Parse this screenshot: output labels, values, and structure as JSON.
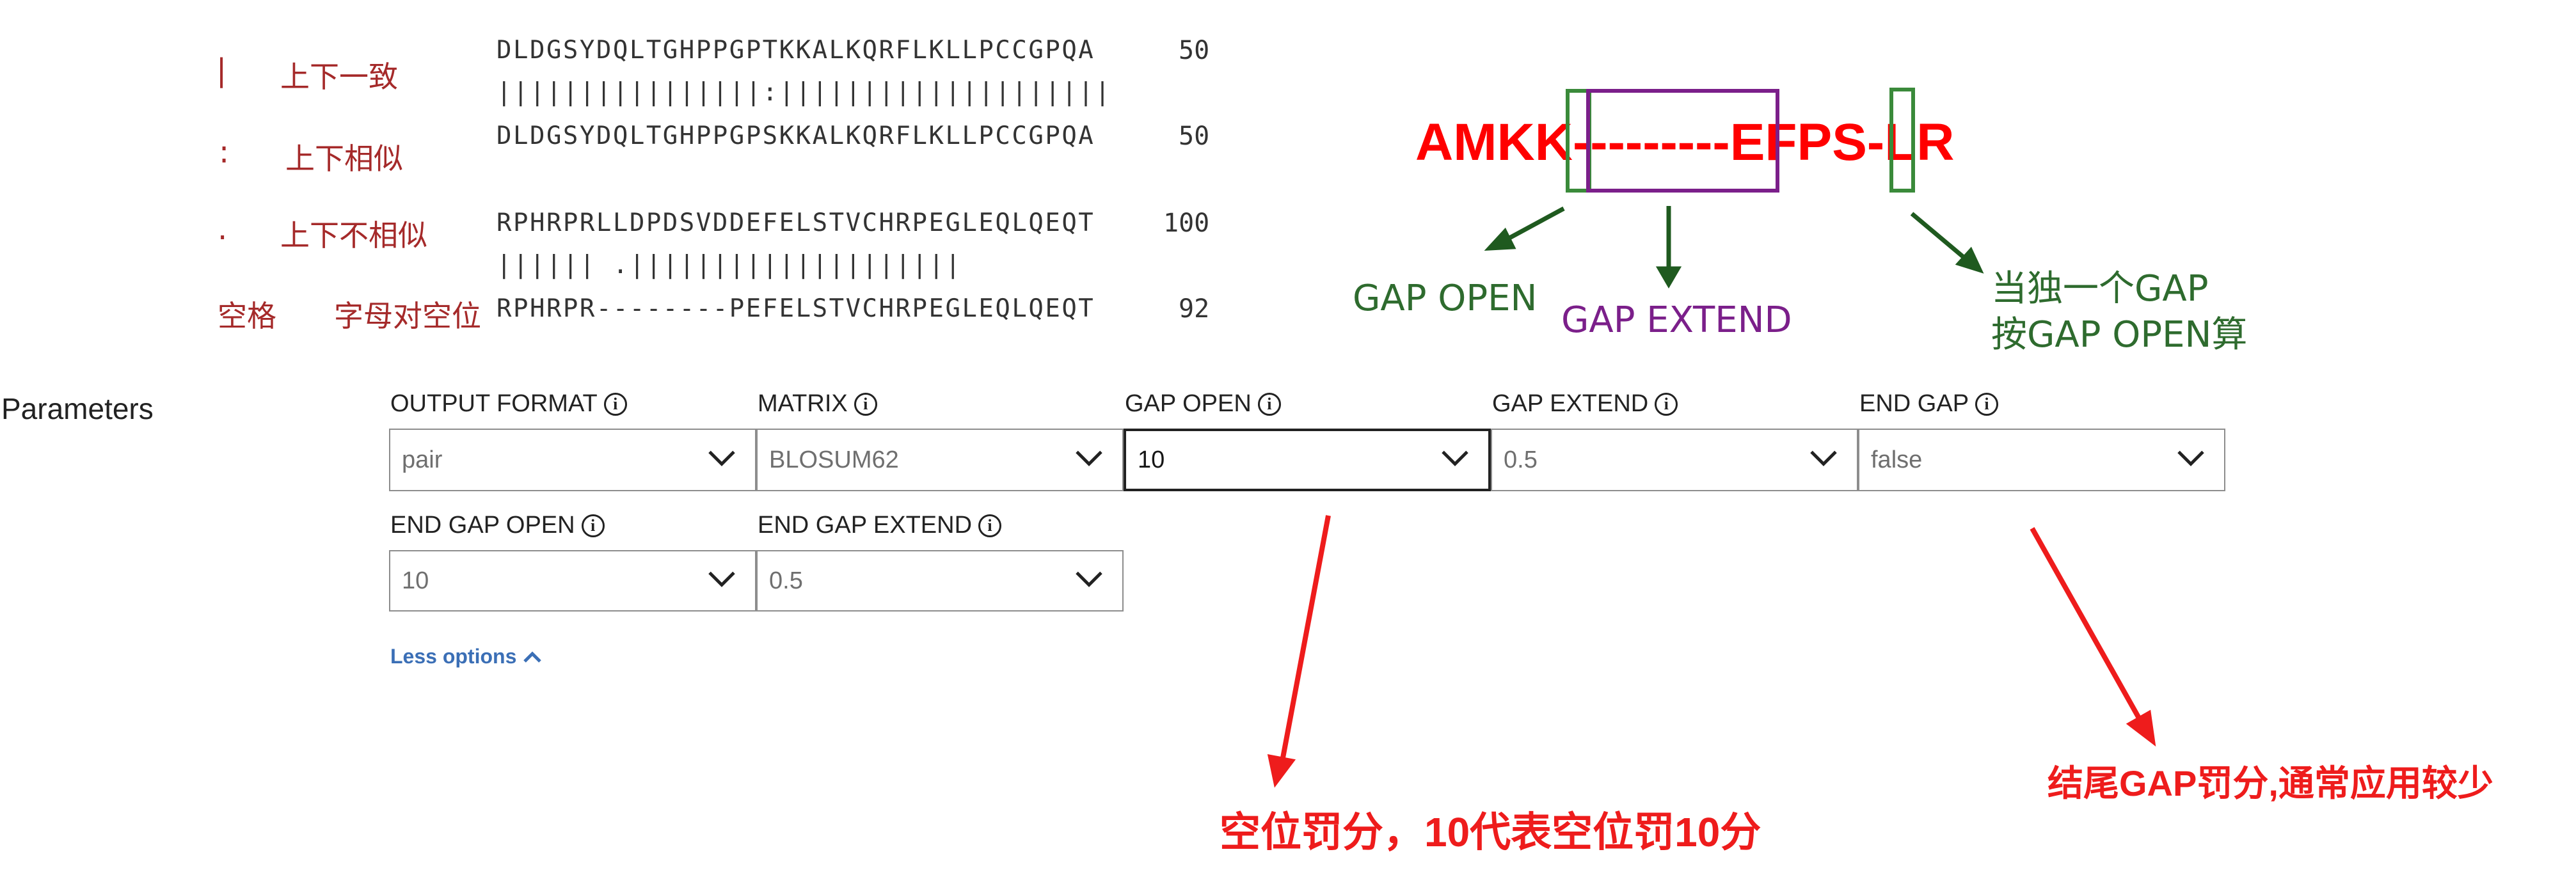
{
  "legend": {
    "rows": [
      {
        "symbol": "|",
        "label": "上下一致"
      },
      {
        "symbol": ":",
        "label": "上下相似"
      },
      {
        "symbol": ".",
        "label": "上下不相似"
      },
      {
        "symbol": "空格",
        "label": "字母对空位"
      }
    ]
  },
  "alignment": {
    "block1": {
      "seq1": "DLDGSYDQLTGHPPGPTKKALKQRFLKLLPCCGPQA",
      "match": "||||||||||||||||:||||||||||||||||||||",
      "seq2": "DLDGSYDQLTGHPPGPSKKALKQRFLKLLPCCGPQA",
      "pos1": "50",
      "pos2": "50"
    },
    "block2": {
      "seq1": "RPHRPRLLDPDSVDDEFELSTVCHRPEGLEQLQEQT",
      "match": "||||||         .||||||||||||||||||||",
      "seq2": "RPHRPR--------PEFELSTVCHRPEGLEQLQEQT",
      "pos1": "100",
      "pos2": "92"
    }
  },
  "gap_diagram": {
    "seq_a": "AMKK",
    "dashes": "---------",
    "seq_b": "EFPS",
    "sep": "-",
    "seq_c": "LR",
    "gap_open_label": "GAP OPEN",
    "gap_extend_label": "GAP EXTEND",
    "single_gap_note_line1": "当独一个GAP",
    "single_gap_note_line2": "按GAP OPEN算",
    "colors": {
      "open": "#2e6b2e",
      "extend": "#7b1f8a",
      "seq": "#ff0000"
    }
  },
  "parameters": {
    "title": "Parameters",
    "fields": {
      "output_format": {
        "label": "OUTPUT FORMAT",
        "value": "pair"
      },
      "matrix": {
        "label": "MATRIX",
        "value": "BLOSUM62"
      },
      "gap_open": {
        "label": "GAP OPEN",
        "value": "10"
      },
      "gap_extend": {
        "label": "GAP EXTEND",
        "value": "0.5"
      },
      "end_gap": {
        "label": "END GAP",
        "value": "false"
      },
      "end_gap_open": {
        "label": "END GAP OPEN",
        "value": "10"
      },
      "end_gap_extend": {
        "label": "END GAP EXTEND",
        "value": "0.5"
      }
    },
    "less_options": "Less options"
  },
  "annotations": {
    "gap_penalty": "空位罚分，10代表空位罚10分",
    "end_gap_note": "结尾GAP罚分,通常应用较少",
    "color": "#ee1c1c"
  }
}
